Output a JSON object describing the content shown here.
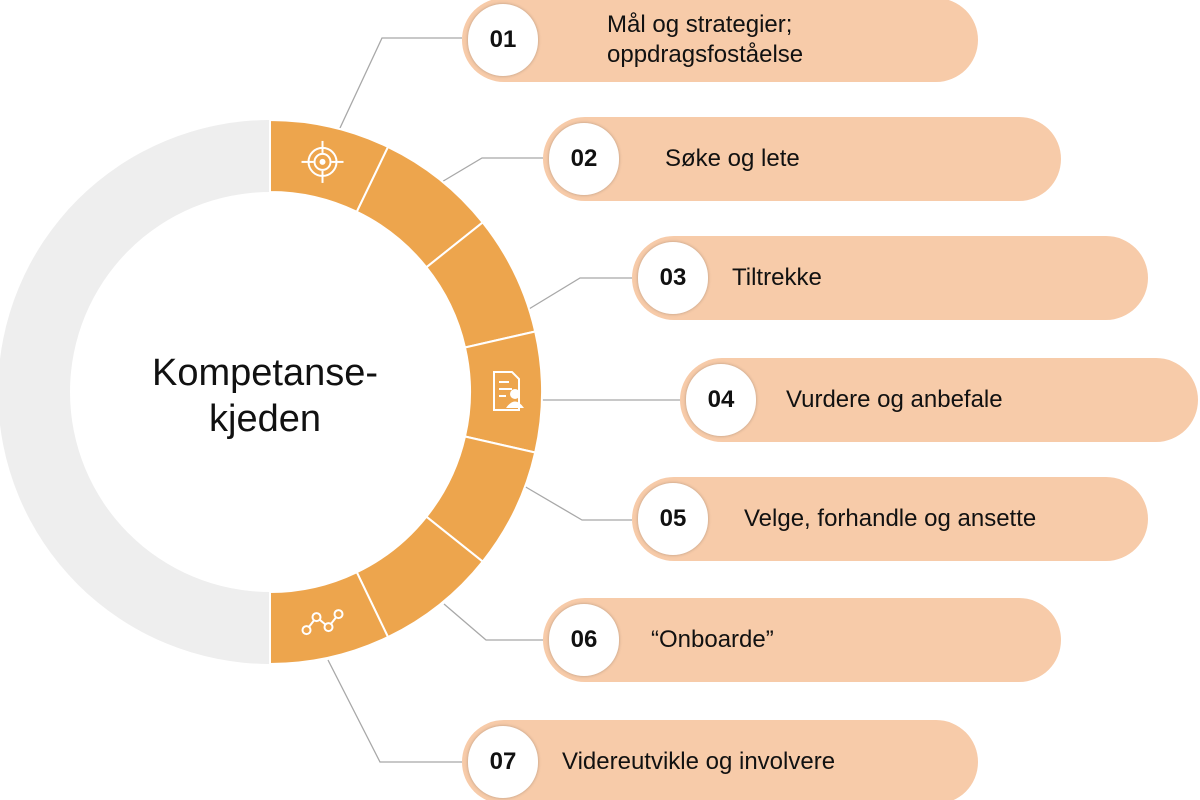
{
  "diagram": {
    "title_lines": [
      "Kompetanse-",
      "kjeden"
    ],
    "colors": {
      "segment": "#eda54d",
      "segment_divider": "#ffffff",
      "ring_background": "#eeeeee",
      "pill": "#f7cba9",
      "connector": "#a8a8a8"
    },
    "steps": [
      {
        "number": "01",
        "lines": [
          "Mål og strategier;",
          "oppdragsfoståelse"
        ],
        "icon": "target-icon"
      },
      {
        "number": "02",
        "lines": [
          "Søke og lete"
        ],
        "icon": ""
      },
      {
        "number": "03",
        "lines": [
          "Tiltrekke"
        ],
        "icon": ""
      },
      {
        "number": "04",
        "lines": [
          "Vurdere og anbefale"
        ],
        "icon": "document-person-icon"
      },
      {
        "number": "05",
        "lines": [
          "Velge, forhandle og ansette"
        ],
        "icon": ""
      },
      {
        "number": "06",
        "lines": [
          "“Onboarde”"
        ],
        "icon": ""
      },
      {
        "number": "07",
        "lines": [
          "Videreutvikle og involvere"
        ],
        "icon": "network-nodes-icon"
      }
    ]
  }
}
